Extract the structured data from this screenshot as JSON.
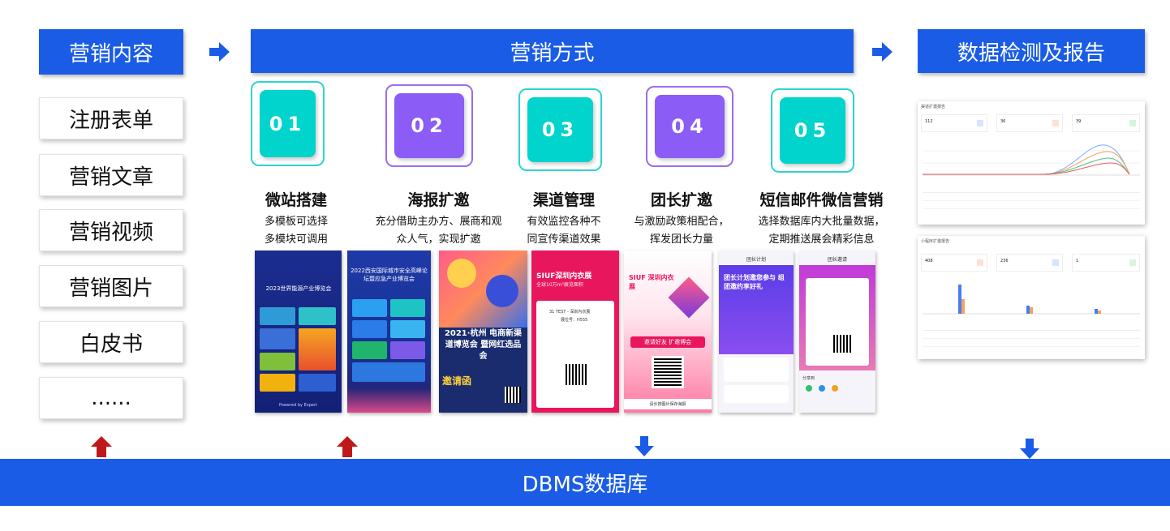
{
  "headers": {
    "content": "营销内容",
    "methods": "营销方式",
    "report": "数据检测及报告"
  },
  "left_items": [
    "注册表单",
    "营销文章",
    "营销视频",
    "营销图片",
    "白皮书",
    "......"
  ],
  "methods": [
    {
      "num": "01",
      "title": "微站搭建",
      "desc1": "多模板可选择",
      "desc2": "多模块可调用",
      "color": "#00d4cc",
      "border": "#2dd4cf"
    },
    {
      "num": "02",
      "title": "海报扩邀",
      "desc1": "充分借助主办方、展商和观",
      "desc2": "众人气，实现扩邀",
      "color": "#8b5cf6",
      "border": "#9b6cf0"
    },
    {
      "num": "03",
      "title": "渠道管理",
      "desc1": "有效监控各种不",
      "desc2": "同宣传渠道效果",
      "color": "#00d4cc",
      "border": "#2dd4cf"
    },
    {
      "num": "04",
      "title": "团长扩邀",
      "desc1": "与激励政策相配合，",
      "desc2": "挥发团长力量",
      "color": "#8b5cf6",
      "border": "#9b6cf0"
    },
    {
      "num": "05",
      "title": "短信邮件微信营销",
      "desc1": "选择数据库内大批量数据，",
      "desc2": "定期推送展会精彩信息",
      "color": "#00d4cc",
      "border": "#2dd4cf"
    }
  ],
  "posters": {
    "p1_title": "2023世界能源产业博览会",
    "p1_footer": "Powered by Expert",
    "p2_title": "2022西安国际城市安全高峰论坛暨应急产业博览会",
    "p3_title": "2021·杭州 电商新渠道博览会 暨网红选品会",
    "p3_invite": "邀请函",
    "p4_title": "SIUF深圳内衣展",
    "p4_sub": "全球10万m²展览面积",
    "p4_test": "31 TEST - 深圳内衣展",
    "p4_code": "展位号：H555",
    "p5_title": "SIUF 深圳内衣展",
    "p5_invite": "邀请好友 扩邀博会",
    "p5_footer": "请长按图片保存海报",
    "p6_header": "团长计划",
    "p6_banner": "团长计划邀您参与 组团邀约享好礼",
    "p7_header": "团长邀请",
    "p7_note": "分享到"
  },
  "db_label": "DBMS数据库",
  "report1": {
    "tab": "渠道扩邀报告",
    "vals": [
      "112",
      "36",
      "39"
    ]
  },
  "report2": {
    "tab": "小程序扩邀报告",
    "vals": [
      "408",
      "236",
      "1"
    ]
  },
  "colors": {
    "primary": "#1a5ce6",
    "teal": "#00d4cc",
    "purple": "#8b5cf6",
    "up_arrow": "#c01818",
    "down_arrow": "#1a5ce6"
  }
}
